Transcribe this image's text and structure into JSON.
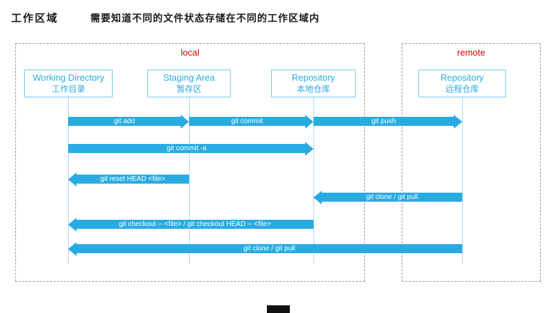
{
  "slide": {
    "title": "工作区域",
    "subtitle": "需要知道不同的文件状态存储在不同的工作区域内"
  },
  "groups": [
    {
      "label": "local"
    },
    {
      "label": "remote"
    }
  ],
  "columns": [
    {
      "en": "Working Directory",
      "zh": "工作目录"
    },
    {
      "en": "Staging Area",
      "zh": "暂存区"
    },
    {
      "en": "Repository",
      "zh": "本地仓库"
    },
    {
      "en": "Repository",
      "zh": "远程仓库"
    }
  ],
  "arrows": [
    {
      "label": "git add",
      "from": "Working Directory",
      "to": "Staging Area",
      "direction": "right"
    },
    {
      "label": "git commit",
      "from": "Staging Area",
      "to": "Repository (local)",
      "direction": "right"
    },
    {
      "label": "git push",
      "from": "Repository (local)",
      "to": "Repository (remote)",
      "direction": "right"
    },
    {
      "label": "git commit -a",
      "from": "Working Directory",
      "to": "Repository (local)",
      "direction": "right"
    },
    {
      "label": "git reset HEAD <file>",
      "from": "Staging Area",
      "to": "Working Directory",
      "direction": "left"
    },
    {
      "label": "git clone / git pull",
      "from": "Repository (remote)",
      "to": "Repository (local)",
      "direction": "left"
    },
    {
      "label": "git checkout -- <file> / git checkout HEAD -- <file>",
      "from": "Repository (local)",
      "to": "Working Directory",
      "direction": "left"
    },
    {
      "label": "git clone / git pull",
      "from": "Repository (remote)",
      "to": "Working Directory",
      "direction": "left"
    }
  ],
  "colors": {
    "accent": "#29abe2",
    "group_label": "#e60000",
    "node_border": "#74c9ee",
    "lifeline": "#a9d9f0"
  }
}
